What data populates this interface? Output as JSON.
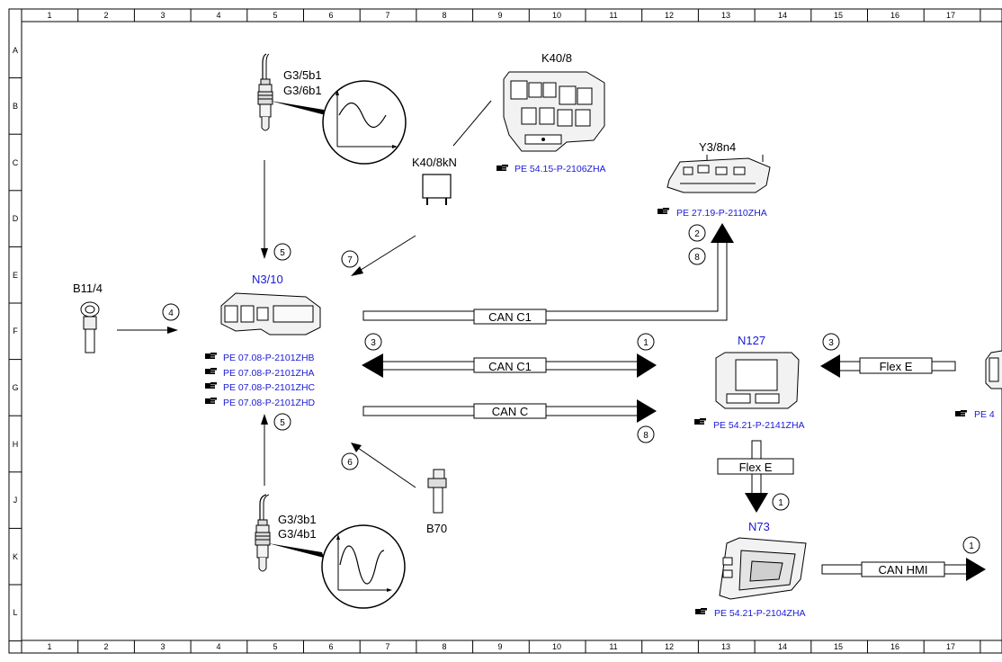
{
  "frame": {
    "columns": [
      "1",
      "2",
      "3",
      "4",
      "5",
      "6",
      "7",
      "8",
      "9",
      "10",
      "11",
      "12",
      "13",
      "14",
      "15",
      "16",
      "17"
    ],
    "rows": [
      "A",
      "B",
      "C",
      "D",
      "E",
      "F",
      "G",
      "H",
      "J",
      "K",
      "L"
    ]
  },
  "components": {
    "g3_5b1": "G3/5b1",
    "g3_6b1": "G3/6b1",
    "k40_8": "K40/8",
    "k40_8kn": "K40/8kN",
    "y3_8n4": "Y3/8n4",
    "b11_4": "B11/4",
    "n3_10": "N3/10",
    "n127": "N127",
    "n73": "N73",
    "b70": "B70",
    "g3_3b1": "G3/3b1",
    "g3_4b1": "G3/4b1"
  },
  "references": {
    "k40_8": "PE 54.15-P-2106ZHA",
    "y3_8n4": "PE 27.19-P-2110ZHA",
    "n3_10": [
      "PE 07.08-P-2101ZHB",
      "PE 07.08-P-2101ZHA",
      "PE 07.08-P-2101ZHC",
      "PE 07.08-P-2101ZHD"
    ],
    "n127": "PE 54.21-P-2141ZHA",
    "n73": "PE 54.21-P-2104ZHA",
    "cut_off": "PE 4"
  },
  "buses": {
    "can_c1_upper": "CAN C1",
    "can_c1_lower": "CAN C1",
    "can_c": "CAN C",
    "flex_e_right": "Flex E",
    "flex_e_down": "Flex E",
    "can_hmi": "CAN HMI"
  },
  "callouts": {
    "c5_top": "5",
    "c7": "7",
    "c4": "4",
    "c2": "2",
    "c8_top": "8",
    "c3_left": "3",
    "c1_mid": "1",
    "c3_right": "3",
    "c8_bottom": "8",
    "c5_bottom": "5",
    "c6": "6",
    "c1_flex": "1",
    "c1_hmi": "1"
  },
  "colors": {
    "line": "#000000",
    "link": "#1a1ad6",
    "component_fill": "#f2f2f2"
  },
  "icons": {
    "reference": "pointing-hand-icon",
    "signal": "sine-wave-icon"
  }
}
